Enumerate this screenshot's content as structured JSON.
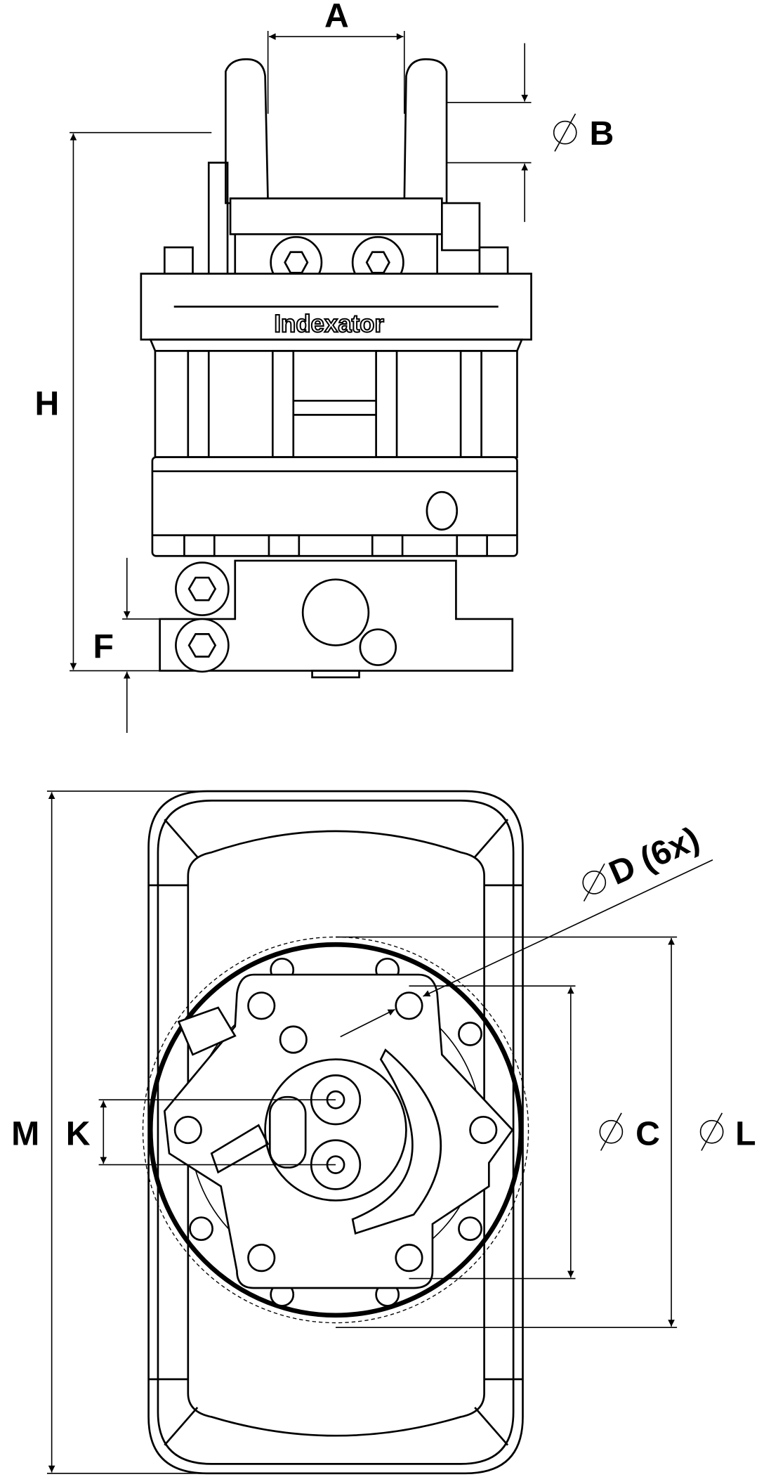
{
  "title": "Indexator rotator dimension drawing",
  "logo_text": "Indexator",
  "labels": {
    "A": "A",
    "B": "B",
    "H": "H",
    "F": "F",
    "M": "M",
    "K": "K",
    "C": "C",
    "L": "L",
    "D": "D (6x)"
  },
  "colors": {
    "line": "#000000",
    "background": "#ffffff"
  }
}
